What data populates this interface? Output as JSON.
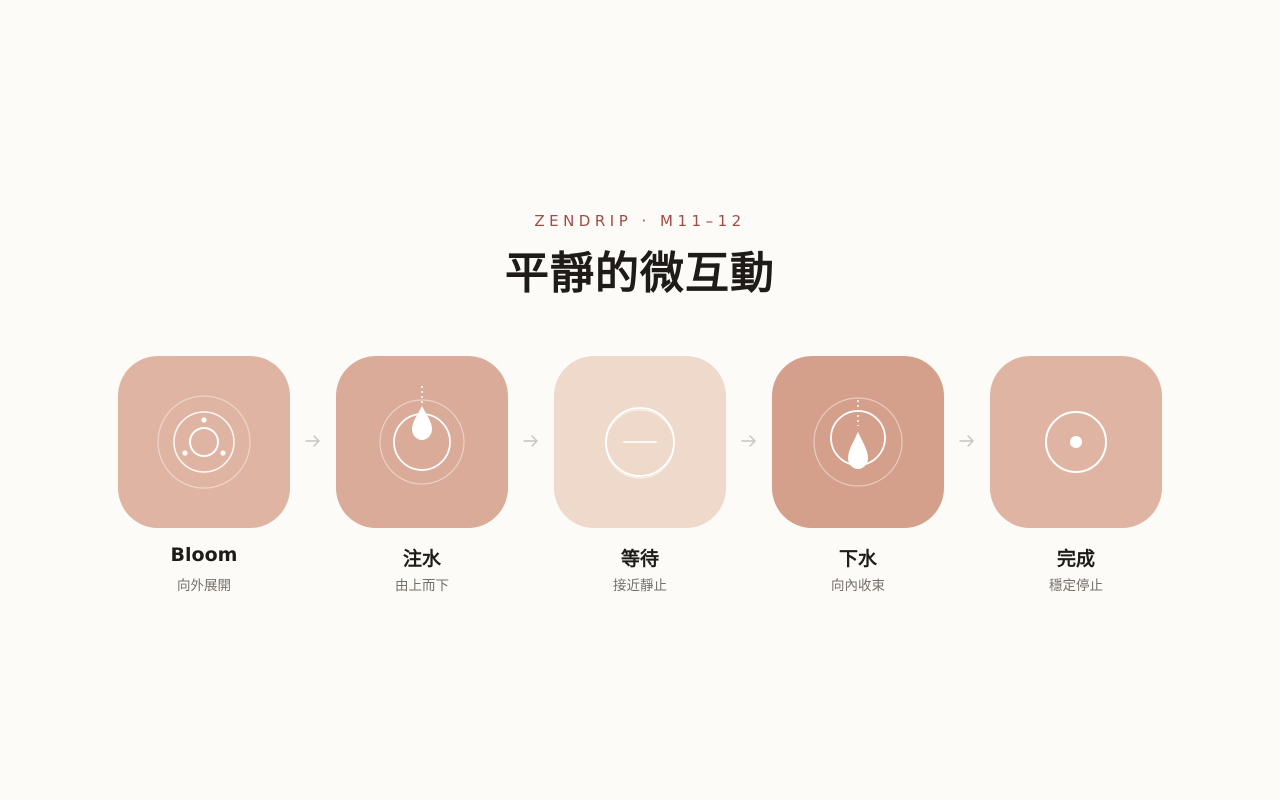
{
  "header": {
    "eyebrow": "ZENDRIP · M11–12",
    "title": "平靜的微互動"
  },
  "steps": [
    {
      "label": "Bloom",
      "sublabel": "向外展開",
      "icon": "bloom-icon",
      "color": "#DFB4A2"
    },
    {
      "label": "注水",
      "sublabel": "由上而下",
      "icon": "pour-drop-icon",
      "color": "#DAAB98"
    },
    {
      "label": "等待",
      "sublabel": "接近靜止",
      "icon": "wait-circle-icon",
      "color": "#EED9CA"
    },
    {
      "label": "下水",
      "sublabel": "向內收束",
      "icon": "drain-drop-icon",
      "color": "#D5A08B"
    },
    {
      "label": "完成",
      "sublabel": "穩定停止",
      "icon": "complete-dot-icon",
      "color": "#E0B4A2"
    }
  ],
  "connector_icon": "arrow-right-icon"
}
